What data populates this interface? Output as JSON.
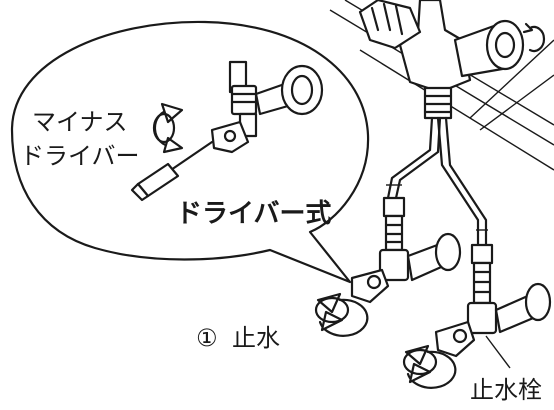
{
  "labels": {
    "minus_driver_line1": "マイナス",
    "minus_driver_line2": "ドライバー",
    "driver_type": "ドライバー式",
    "step_number": "①",
    "step_label": "止水",
    "shutoff_valve": "止水栓"
  },
  "colors": {
    "line": "#1a1a1a",
    "background": "#ffffff"
  },
  "icons": [
    "rotation-arrow-icon",
    "screwdriver-icon",
    "faucet-icon",
    "shutoff-valve-icon"
  ]
}
